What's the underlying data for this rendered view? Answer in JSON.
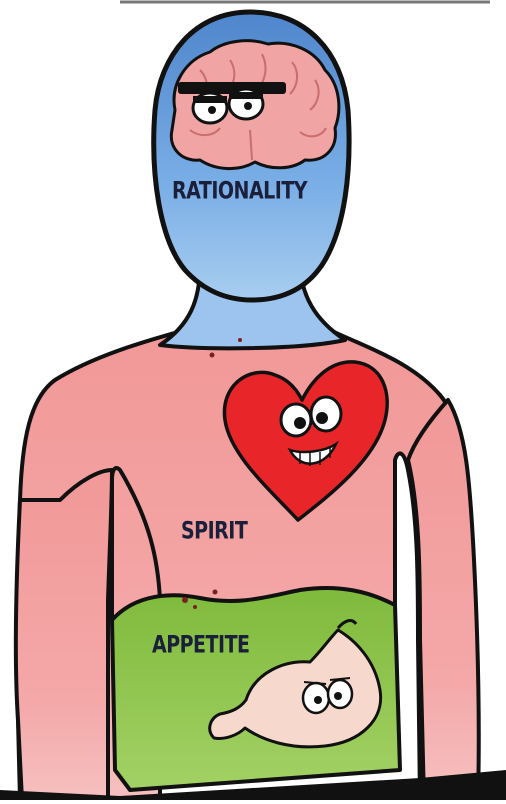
{
  "labels": {
    "head": "RATIONALITY",
    "chest": "SPIRIT",
    "belly": "APPETITE"
  },
  "colors": {
    "head_blue": "#5b93d6",
    "chest_pink": "#f2a0a0",
    "belly_green": "#8cc24a",
    "heart_red": "#e8262a",
    "brain_pink": "#f0a4a4",
    "stomach_cream": "#f6d9cc",
    "outline": "#111111",
    "label_text": "#1a1f3a"
  },
  "icons": [
    "brain-icon",
    "heart-icon",
    "stomach-icon"
  ]
}
